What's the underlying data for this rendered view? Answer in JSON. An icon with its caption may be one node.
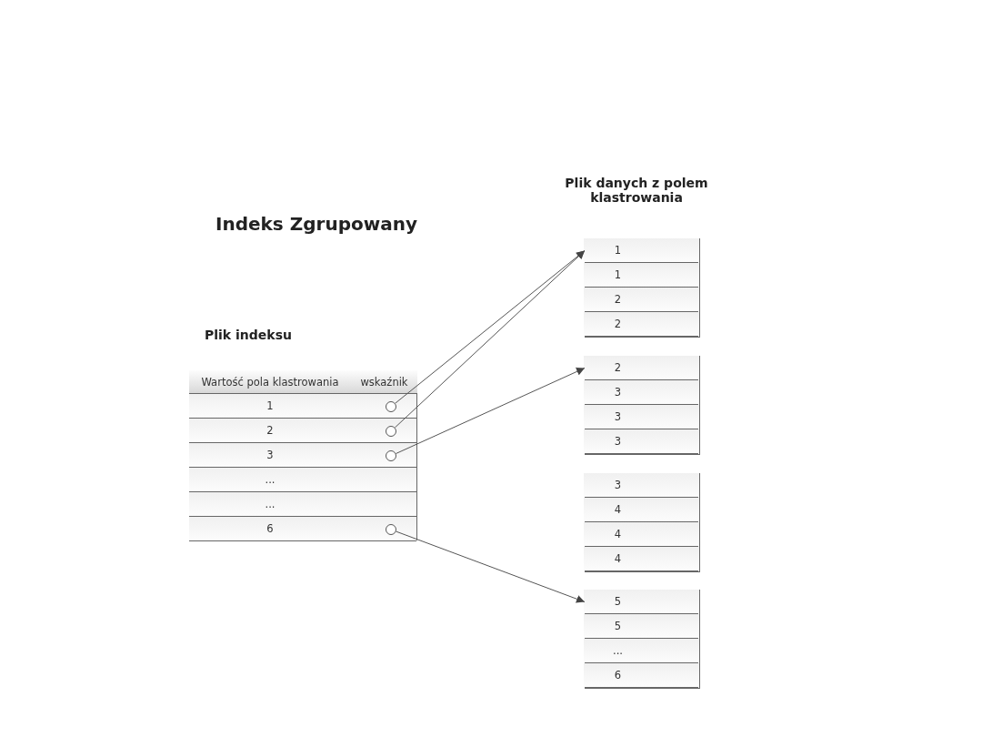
{
  "diagram": {
    "title": "Indeks Zgrupowany",
    "nodes": [
      {
        "text": [
          "Plik indeksu",
          "Wartość pola klastrowania",
          "wskaźnik"
        ]
      },
      {
        "text": [
          "1"
        ],
        "in": 0
      },
      {
        "text": [
          "2"
        ],
        "in": 0
      },
      {
        "text": [
          "3"
        ],
        "in": 0
      },
      {
        "text": [
          "..."
        ],
        "in": 0
      },
      {
        "text": [
          "..."
        ],
        "in": 0
      },
      {
        "text": [
          "6"
        ],
        "in": 0
      },
      {
        "text": [],
        "shape": "circle",
        "in": 1
      },
      {
        "text": [],
        "shape": "circle",
        "in": 2
      },
      {
        "text": [],
        "shape": "circle",
        "in": 3
      },
      {
        "text": [],
        "shape": "circle",
        "in": 6
      },
      {
        "text": [
          "Plik danych z polem klastrowania"
        ]
      },
      {
        "text": [],
        "shape": "box",
        "in": 11
      },
      {
        "text": [
          "1"
        ],
        "in": 12
      },
      {
        "text": [
          "1"
        ],
        "in": 12
      },
      {
        "text": [
          "2"
        ],
        "in": 12
      },
      {
        "text": [
          "2"
        ],
        "in": 12
      },
      {
        "text": [],
        "shape": "box",
        "in": 11
      },
      {
        "text": [
          "2"
        ],
        "in": 17
      },
      {
        "text": [
          "3"
        ],
        "in": 17
      },
      {
        "text": [
          "3"
        ],
        "in": 17
      },
      {
        "text": [
          "3"
        ],
        "in": 17
      },
      {
        "text": [],
        "shape": "box",
        "in": 11
      },
      {
        "text": [
          "3"
        ],
        "in": 22
      },
      {
        "text": [
          "4"
        ],
        "in": 22
      },
      {
        "text": [
          "4"
        ],
        "in": 22
      },
      {
        "text": [
          "4"
        ],
        "in": 22
      },
      {
        "text": [],
        "shape": "box",
        "in": 11
      },
      {
        "text": [
          "5"
        ],
        "in": 27
      },
      {
        "text": [
          "5"
        ],
        "in": 27
      },
      {
        "text": [
          "..."
        ],
        "in": 27
      },
      {
        "text": [
          "6"
        ],
        "in": 27
      }
    ],
    "edges": [
      {
        "from": 7,
        "to": 13,
        "arrow": "to"
      },
      {
        "from": 8,
        "to": 13,
        "arrow": "to"
      },
      {
        "from": 9,
        "to": 18,
        "arrow": "to"
      },
      {
        "from": 10,
        "to": 28,
        "arrow": "to"
      }
    ]
  }
}
